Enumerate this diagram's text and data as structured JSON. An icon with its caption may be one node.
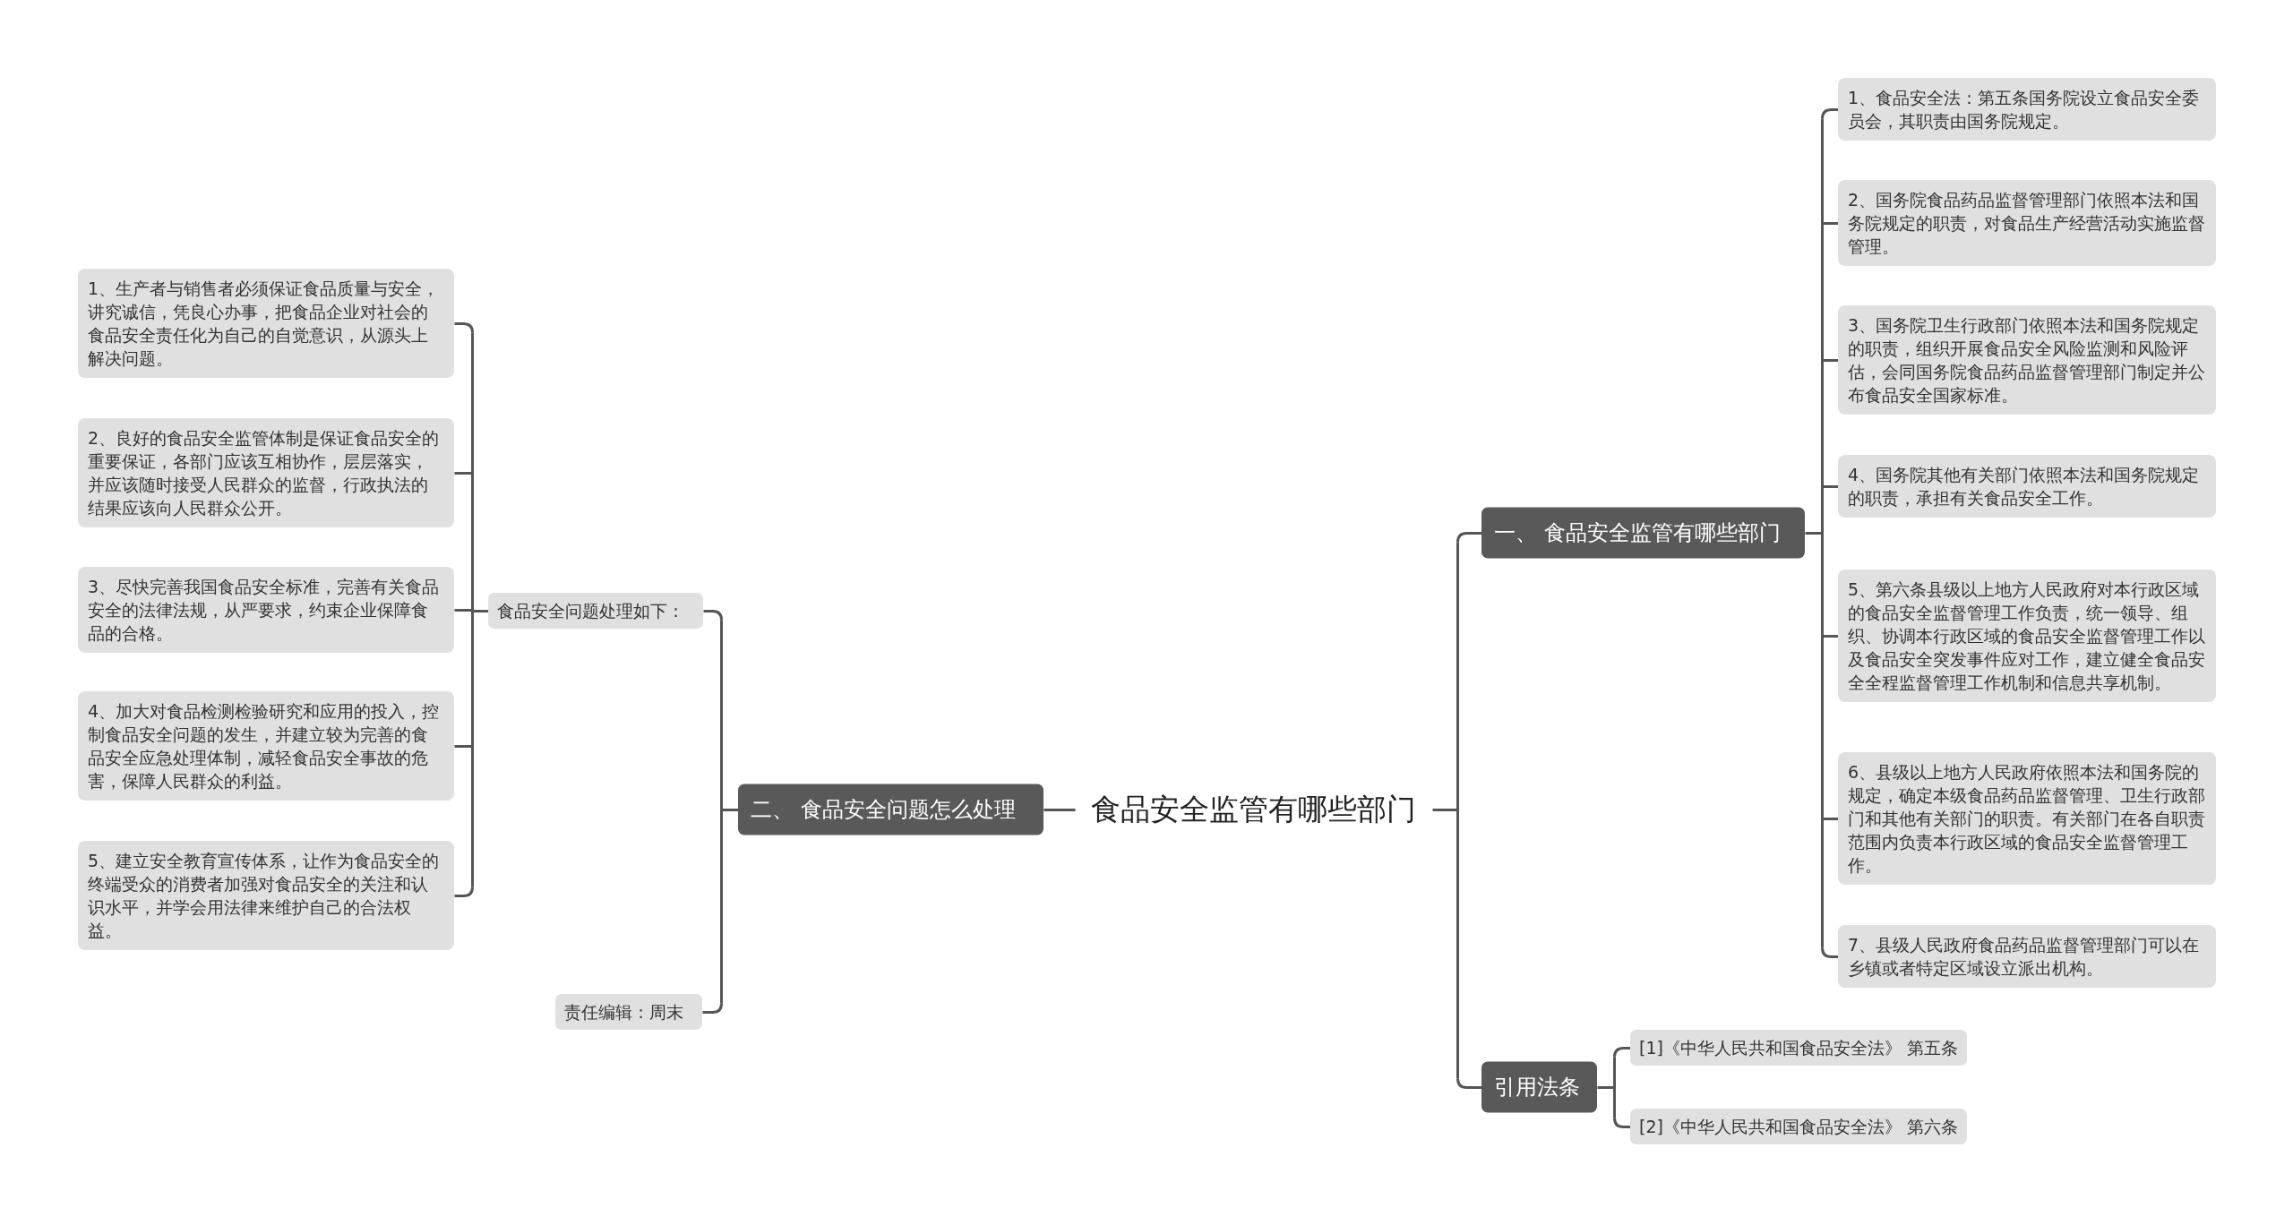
{
  "diagram": {
    "nodes": [
      {
        "text": [
          "食品安全监管有哪些部门"
        ]
      },
      {
        "text": [
          "一、 食品安全监管有哪些部门"
        ]
      },
      {
        "text": [
          "1、食品安全法：第五条国务院设立食品安全委员会，其职责由国务院规定。"
        ]
      },
      {
        "text": [
          "2、国务院食品药品监督管理部门依照本法和国务院规定的职责，对食品生产经营活动实施监督管理。"
        ]
      },
      {
        "text": [
          "3、国务院卫生行政部门依照本法和国务院规定的职责，组织开展食品安全风险监测和风险评估，会同国务院食品药品监督管理部门制定并公布食品安全国家标准。"
        ]
      },
      {
        "text": [
          "4、国务院其他有关部门依照本法和国务院规定的职责，承担有关食品安全工作。"
        ]
      },
      {
        "text": [
          "5、第六条县级以上地方人民政府对本行政区域的食品安全监督管理工作负责，统一领导、组织、协调本行政区域的食品安全监督管理工作以及食品安全突发事件应对工作，建立健全食品安全全程监督管理工作机制和信息共享机制。"
        ]
      },
      {
        "text": [
          "6、县级以上地方人民政府依照本法和国务院的规定，确定本级食品药品监督管理、卫生行政部门和其他有关部门的职责。有关部门在各自职责范围内负责本行政区域的食品安全监督管理工作。"
        ]
      },
      {
        "text": [
          "7、县级人民政府食品药品监督管理部门可以在乡镇或者特定区域设立派出机构。"
        ]
      },
      {
        "text": [
          "引用法条"
        ]
      },
      {
        "text": [
          "[1]《中华人民共和国食品安全法》 第五条"
        ]
      },
      {
        "text": [
          "[2]《中华人民共和国食品安全法》 第六条"
        ]
      },
      {
        "text": [
          "二、 食品安全问题怎么处理"
        ]
      },
      {
        "text": [
          "食品安全问题处理如下："
        ]
      },
      {
        "text": [
          "1、生产者与销售者必须保证食品质量与安全，讲究诚信，凭良心办事，把食品企业对社会的食品安全责任化为自己的自觉意识，从源头上解决问题。"
        ]
      },
      {
        "text": [
          "2、良好的食品安全监管体制是保证食品安全的重要保证，各部门应该互相协作，层层落实，并应该随时接受人民群众的监督，行政执法的结果应该向人民群众公开。"
        ]
      },
      {
        "text": [
          "3、尽快完善我国食品安全标准，完善有关食品安全的法律法规，从严要求，约束企业保障食品的合格。"
        ]
      },
      {
        "text": [
          "4、加大对食品检测检验研究和应用的投入，控制食品安全问题的发生，并建立较为完善的食品安全应急处理体制，减轻食品安全事故的危害，保障人民群众的利益。"
        ]
      },
      {
        "text": [
          "5、建立安全教育宣传体系，让作为食品安全的终端受众的消费者加强对食品安全的关注和认识水平，并学会用法律来维护自己的合法权益。"
        ]
      },
      {
        "text": [
          "责任编辑：周末"
        ]
      }
    ],
    "edges": [
      {
        "from": 0,
        "to": 1,
        "arrow": "none"
      },
      {
        "from": 1,
        "to": 2,
        "arrow": "none"
      },
      {
        "from": 1,
        "to": 3,
        "arrow": "none"
      },
      {
        "from": 1,
        "to": 4,
        "arrow": "none"
      },
      {
        "from": 1,
        "to": 5,
        "arrow": "none"
      },
      {
        "from": 1,
        "to": 6,
        "arrow": "none"
      },
      {
        "from": 1,
        "to": 7,
        "arrow": "none"
      },
      {
        "from": 1,
        "to": 8,
        "arrow": "none"
      },
      {
        "from": 0,
        "to": 9,
        "arrow": "none"
      },
      {
        "from": 9,
        "to": 10,
        "arrow": "none"
      },
      {
        "from": 9,
        "to": 11,
        "arrow": "none"
      },
      {
        "from": 0,
        "to": 12,
        "arrow": "none"
      },
      {
        "from": 12,
        "to": 13,
        "arrow": "none"
      },
      {
        "from": 13,
        "to": 14,
        "arrow": "none"
      },
      {
        "from": 13,
        "to": 15,
        "arrow": "none"
      },
      {
        "from": 13,
        "to": 16,
        "arrow": "none"
      },
      {
        "from": 13,
        "to": 17,
        "arrow": "none"
      },
      {
        "from": 13,
        "to": 18,
        "arrow": "none"
      },
      {
        "from": 12,
        "to": 19,
        "arrow": "none"
      }
    ]
  }
}
